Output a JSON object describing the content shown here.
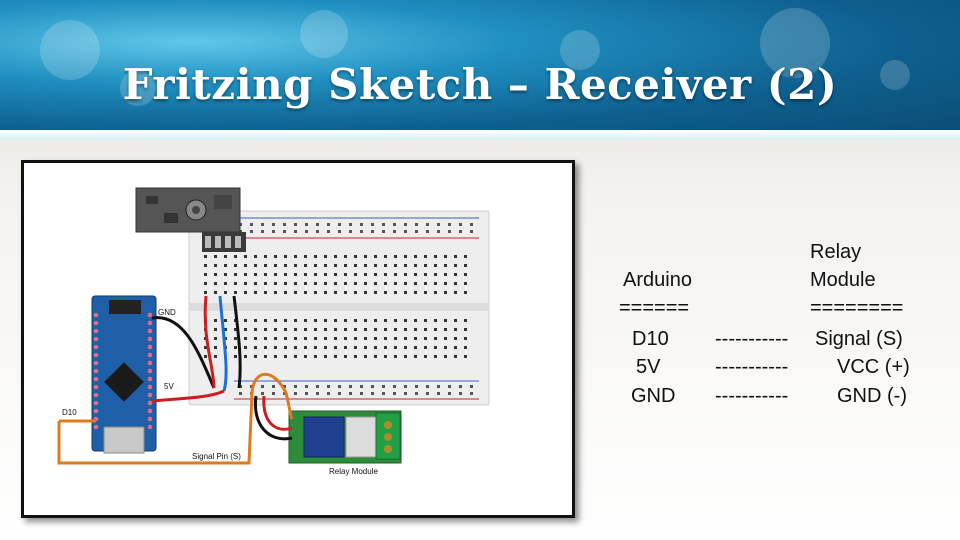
{
  "slide": {
    "title": "Fritzing Sketch – Receiver (2)"
  },
  "diagram": {
    "labels": {
      "gnd": "GND",
      "five_v": "5V",
      "d10": "D10",
      "signal_pin": "Signal Pin (S)",
      "relay_module": "Relay Module"
    }
  },
  "connections": {
    "header": {
      "arduino": "Arduino",
      "relay_line1": "Relay",
      "relay_line2": "Module",
      "arduino_rule": "======",
      "relay_rule": "========"
    },
    "rows": [
      {
        "arduino": "D10",
        "dashes": "-----------",
        "relay": "Signal (S)"
      },
      {
        "arduino": "5V",
        "dashes": "-----------",
        "relay": "VCC (+)"
      },
      {
        "arduino": "GND",
        "dashes": "-----------",
        "relay": "GND (-)"
      }
    ]
  },
  "colors": {
    "wire_red": "#cc1f1f",
    "wire_blue": "#1f6fd6",
    "wire_black": "#111111",
    "wire_orange": "#e07a1f",
    "arduino_board": "#1f5fa8",
    "relay_board": "#2e8b3a",
    "breadboard": "#eeeeee"
  }
}
